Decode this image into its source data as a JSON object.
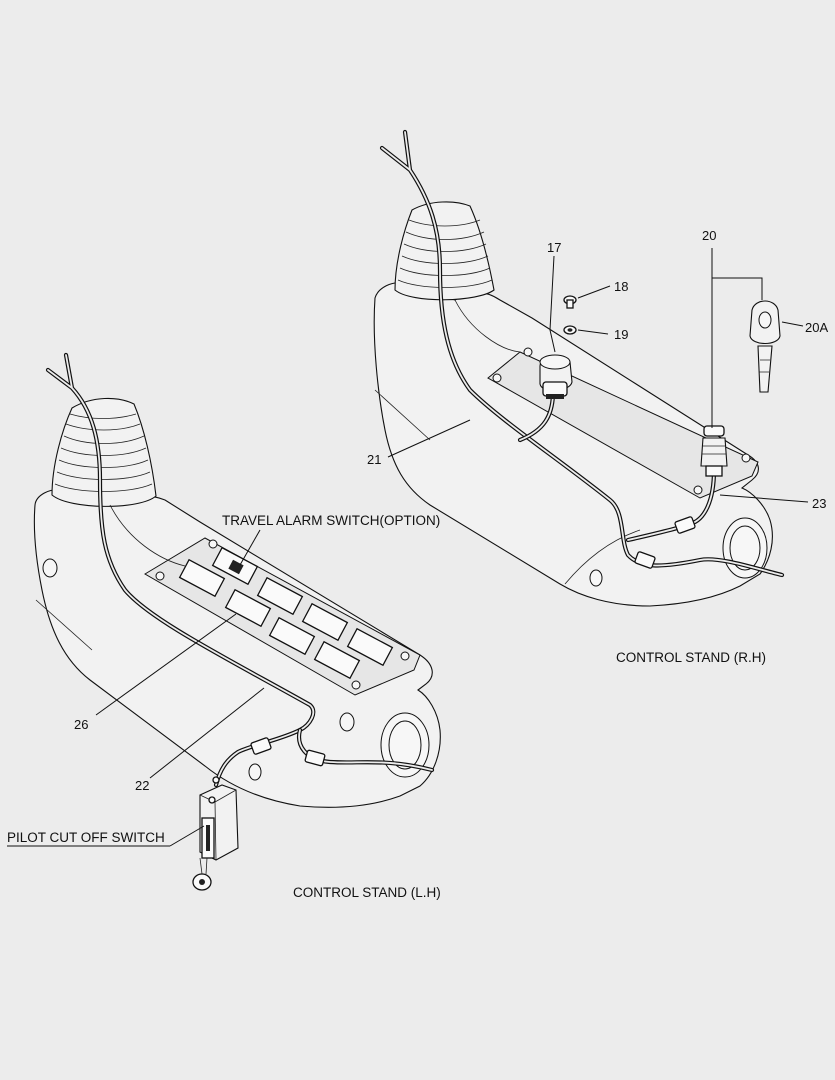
{
  "labels": {
    "part_17": "17",
    "part_18": "18",
    "part_19": "19",
    "part_20": "20",
    "part_20a": "20A",
    "part_21": "21",
    "part_22": "22",
    "part_23": "23",
    "part_26": "26"
  },
  "callouts": {
    "travel_alarm_switch": "TRAVEL ALARM SWITCH(OPTION)",
    "pilot_cut_off_switch": "PILOT CUT OFF SWITCH"
  },
  "captions": {
    "control_stand_rh": "CONTROL STAND (R.H)",
    "control_stand_lh": "CONTROL STAND (L.H)"
  }
}
